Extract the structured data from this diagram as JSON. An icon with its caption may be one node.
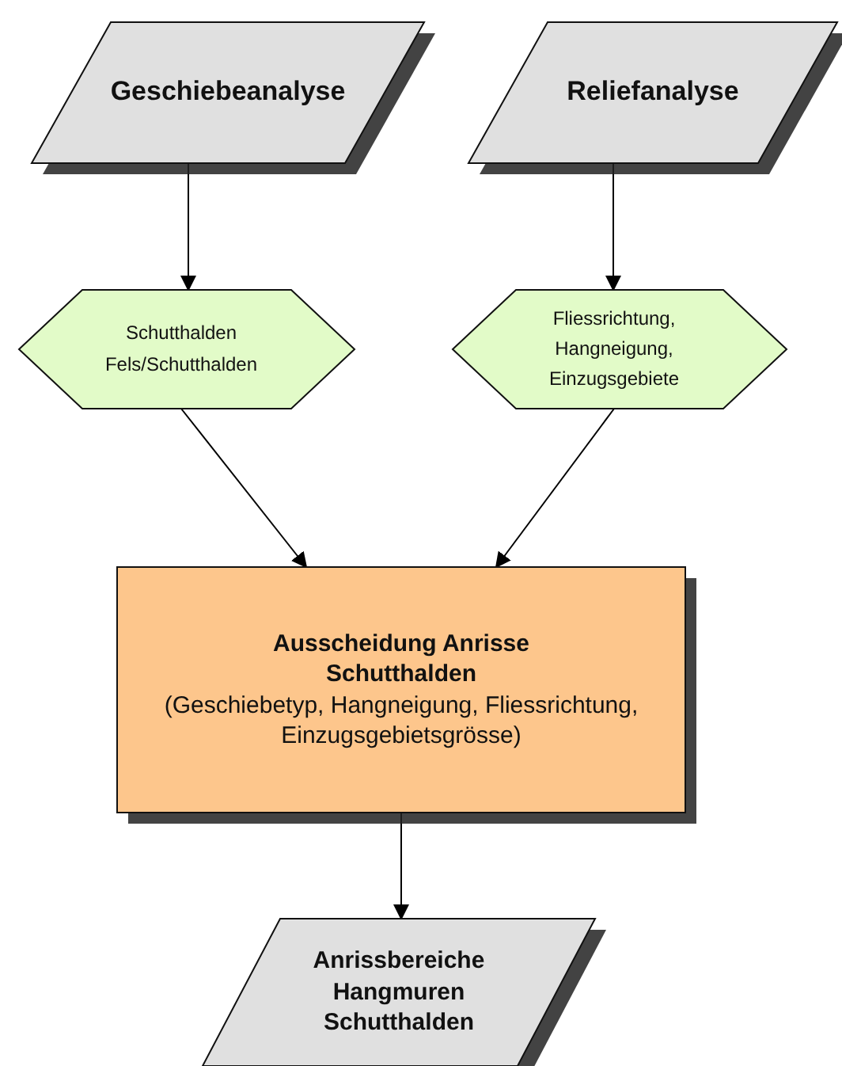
{
  "diagram": {
    "nodes": [
      {
        "text": [
          "Geschiebeanalyse"
        ]
      },
      {
        "text": [
          "Reliefanalyse"
        ]
      },
      {
        "text": [
          "Schutthalden Fels/Schutthalden"
        ]
      },
      {
        "text": [
          "Fliessrichtung, Hangneigung, Einzugsgebiete"
        ]
      },
      {
        "text": [
          "Ausscheidung Anrisse Schutthalden",
          "(Geschiebetyp, Hangneigung, Fliessrichtung, Einzugsgebietsgrösse)"
        ]
      },
      {
        "text": [
          "Anrissbereiche Hangmuren Schutthalden"
        ]
      }
    ],
    "edges": [
      {
        "from": 0,
        "to": 2,
        "arrow": "to"
      },
      {
        "from": 1,
        "to": 3,
        "arrow": "to"
      },
      {
        "from": 2,
        "to": 4,
        "arrow": "to"
      },
      {
        "from": 3,
        "to": 4,
        "arrow": "to"
      },
      {
        "from": 4,
        "to": 5,
        "arrow": "to"
      }
    ]
  }
}
